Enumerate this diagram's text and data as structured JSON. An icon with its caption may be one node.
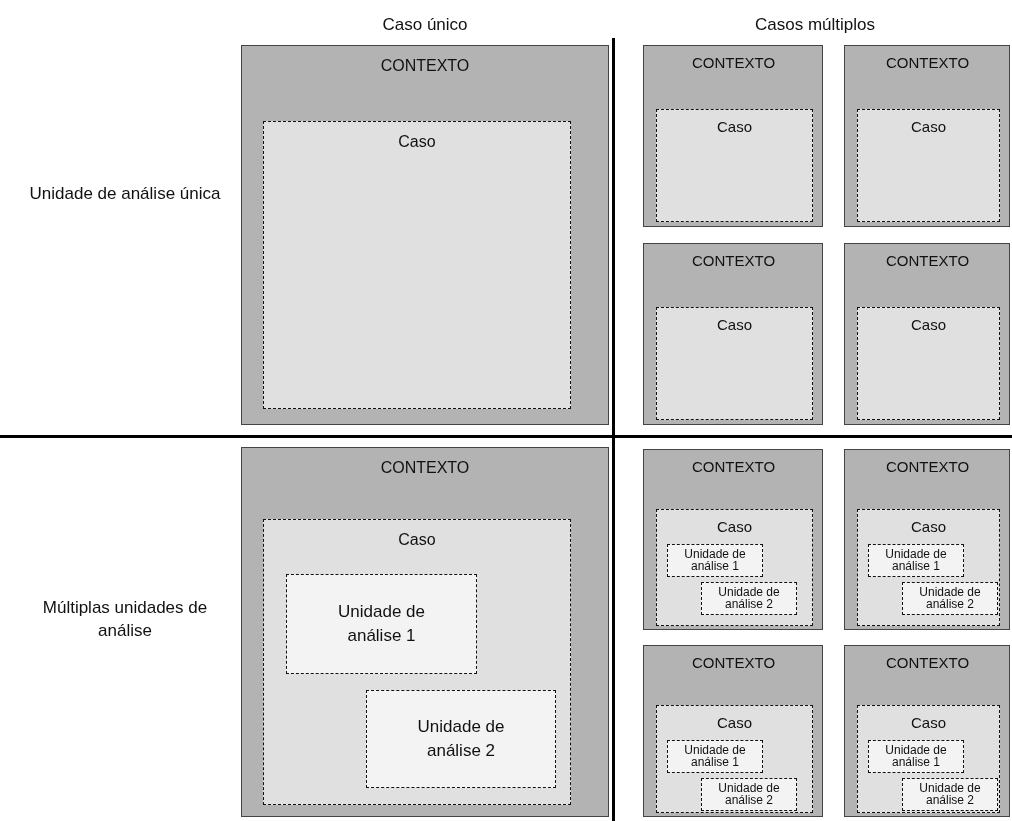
{
  "diagram": {
    "nodes": [
      {
        "text": [
          "CONTEXTO"
        ]
      },
      {
        "text": [
          "Caso"
        ],
        "in": 0
      },
      {
        "text": [
          "CONTEXTO"
        ]
      },
      {
        "text": [
          "Caso"
        ],
        "in": 2
      },
      {
        "text": [
          "CONTEXTO"
        ]
      },
      {
        "text": [
          "Caso"
        ],
        "in": 4
      },
      {
        "text": [
          "CONTEXTO"
        ]
      },
      {
        "text": [
          "Caso"
        ],
        "in": 6
      },
      {
        "text": [
          "CONTEXTO"
        ]
      },
      {
        "text": [
          "Caso"
        ],
        "in": 8
      },
      {
        "text": [
          "CONTEXTO"
        ]
      },
      {
        "text": [
          "Caso"
        ],
        "in": 10
      },
      {
        "text": [
          "Unidade de análise 1"
        ],
        "in": 11
      },
      {
        "text": [
          "Unidade de análise 2"
        ],
        "in": 11
      },
      {
        "text": [
          "CONTEXTO"
        ]
      },
      {
        "text": [
          "Caso"
        ],
        "in": 14
      },
      {
        "text": [
          "Unidade de análise 1"
        ],
        "in": 15
      },
      {
        "text": [
          "Unidade de análise 2"
        ],
        "in": 15
      },
      {
        "text": [
          "CONTEXTO"
        ]
      },
      {
        "text": [
          "Caso"
        ],
        "in": 18
      },
      {
        "text": [
          "Unidade de análise 1"
        ],
        "in": 19
      },
      {
        "text": [
          "Unidade de análise 2"
        ],
        "in": 19
      },
      {
        "text": [
          "CONTEXTO"
        ]
      },
      {
        "text": [
          "Caso"
        ],
        "in": 22
      },
      {
        "text": [
          "Unidade de análise 1"
        ],
        "in": 23
      },
      {
        "text": [
          "Unidade de análise 2"
        ],
        "in": 23
      },
      {
        "text": [
          "CONTEXTO"
        ]
      },
      {
        "text": [
          "Caso"
        ],
        "in": 26
      },
      {
        "text": [
          "Unidade de análise 1"
        ],
        "in": 27
      },
      {
        "text": [
          "Unidade de análise 2"
        ],
        "in": 27
      }
    ],
    "labels": [
      "Caso único",
      "Casos múltiplos",
      "Unidade de análise única",
      "Múltiplas unidades de análise"
    ]
  }
}
